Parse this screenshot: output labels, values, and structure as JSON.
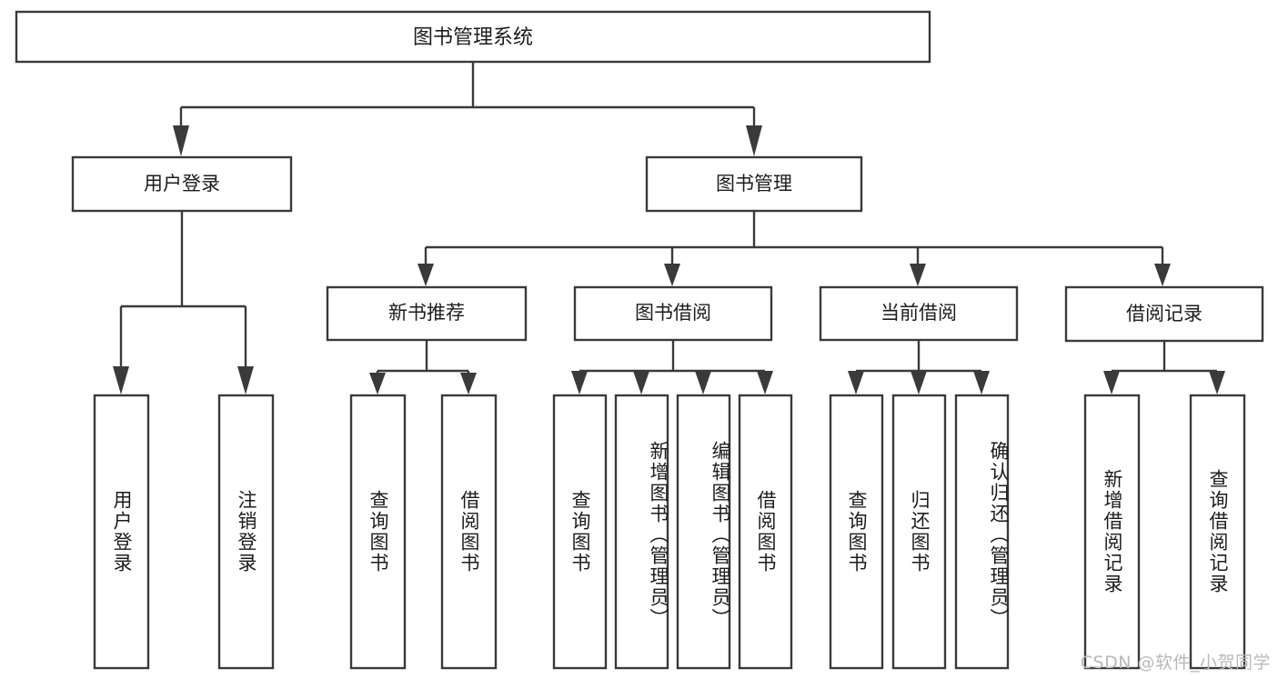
{
  "diagram": {
    "type": "tree",
    "title": "图书管理系统",
    "orientation": "top-down",
    "colors": {
      "background": "#ffffff",
      "box_fill": "#ffffff",
      "box_stroke": "#3a3a3a",
      "text": "#1c1c1c",
      "watermark": "#b9b9b9"
    },
    "root": {
      "label": "图书管理系统"
    },
    "level2": [
      {
        "id": "user-login",
        "label": "用户登录"
      },
      {
        "id": "book-manage",
        "label": "图书管理"
      }
    ],
    "level3": [
      {
        "id": "new-book-recommend",
        "label": "新书推荐",
        "parent": "book-manage"
      },
      {
        "id": "book-borrow",
        "label": "图书借阅",
        "parent": "book-manage"
      },
      {
        "id": "current-borrow",
        "label": "当前借阅",
        "parent": "book-manage"
      },
      {
        "id": "borrow-record",
        "label": "借阅记录",
        "parent": "book-manage"
      }
    ],
    "leaves": {
      "user-login": [
        {
          "id": "leaf-user-login",
          "label": "用户登录"
        },
        {
          "id": "leaf-user-logout",
          "label": "注销登录"
        }
      ],
      "new-book-recommend": [
        {
          "id": "leaf-query-book-1",
          "label": "查询图书"
        },
        {
          "id": "leaf-borrow-book-1",
          "label": "借阅图书"
        }
      ],
      "book-borrow": [
        {
          "id": "leaf-query-book-2",
          "label": "查询图书"
        },
        {
          "id": "leaf-add-book",
          "label": "新增图书（管理员）"
        },
        {
          "id": "leaf-edit-book",
          "label": "编辑图书（管理员）"
        },
        {
          "id": "leaf-borrow-book-2",
          "label": "借阅图书"
        }
      ],
      "current-borrow": [
        {
          "id": "leaf-query-book-3",
          "label": "查询图书"
        },
        {
          "id": "leaf-return-book",
          "label": "归还图书"
        },
        {
          "id": "leaf-confirm-return",
          "label": "确认归还（管理员）"
        }
      ],
      "borrow-record": [
        {
          "id": "leaf-add-record",
          "label": "新增借阅记录"
        },
        {
          "id": "leaf-query-record",
          "label": "查询借阅记录"
        }
      ]
    }
  },
  "watermark": {
    "text": "CSDN @软件_小贺同学"
  }
}
